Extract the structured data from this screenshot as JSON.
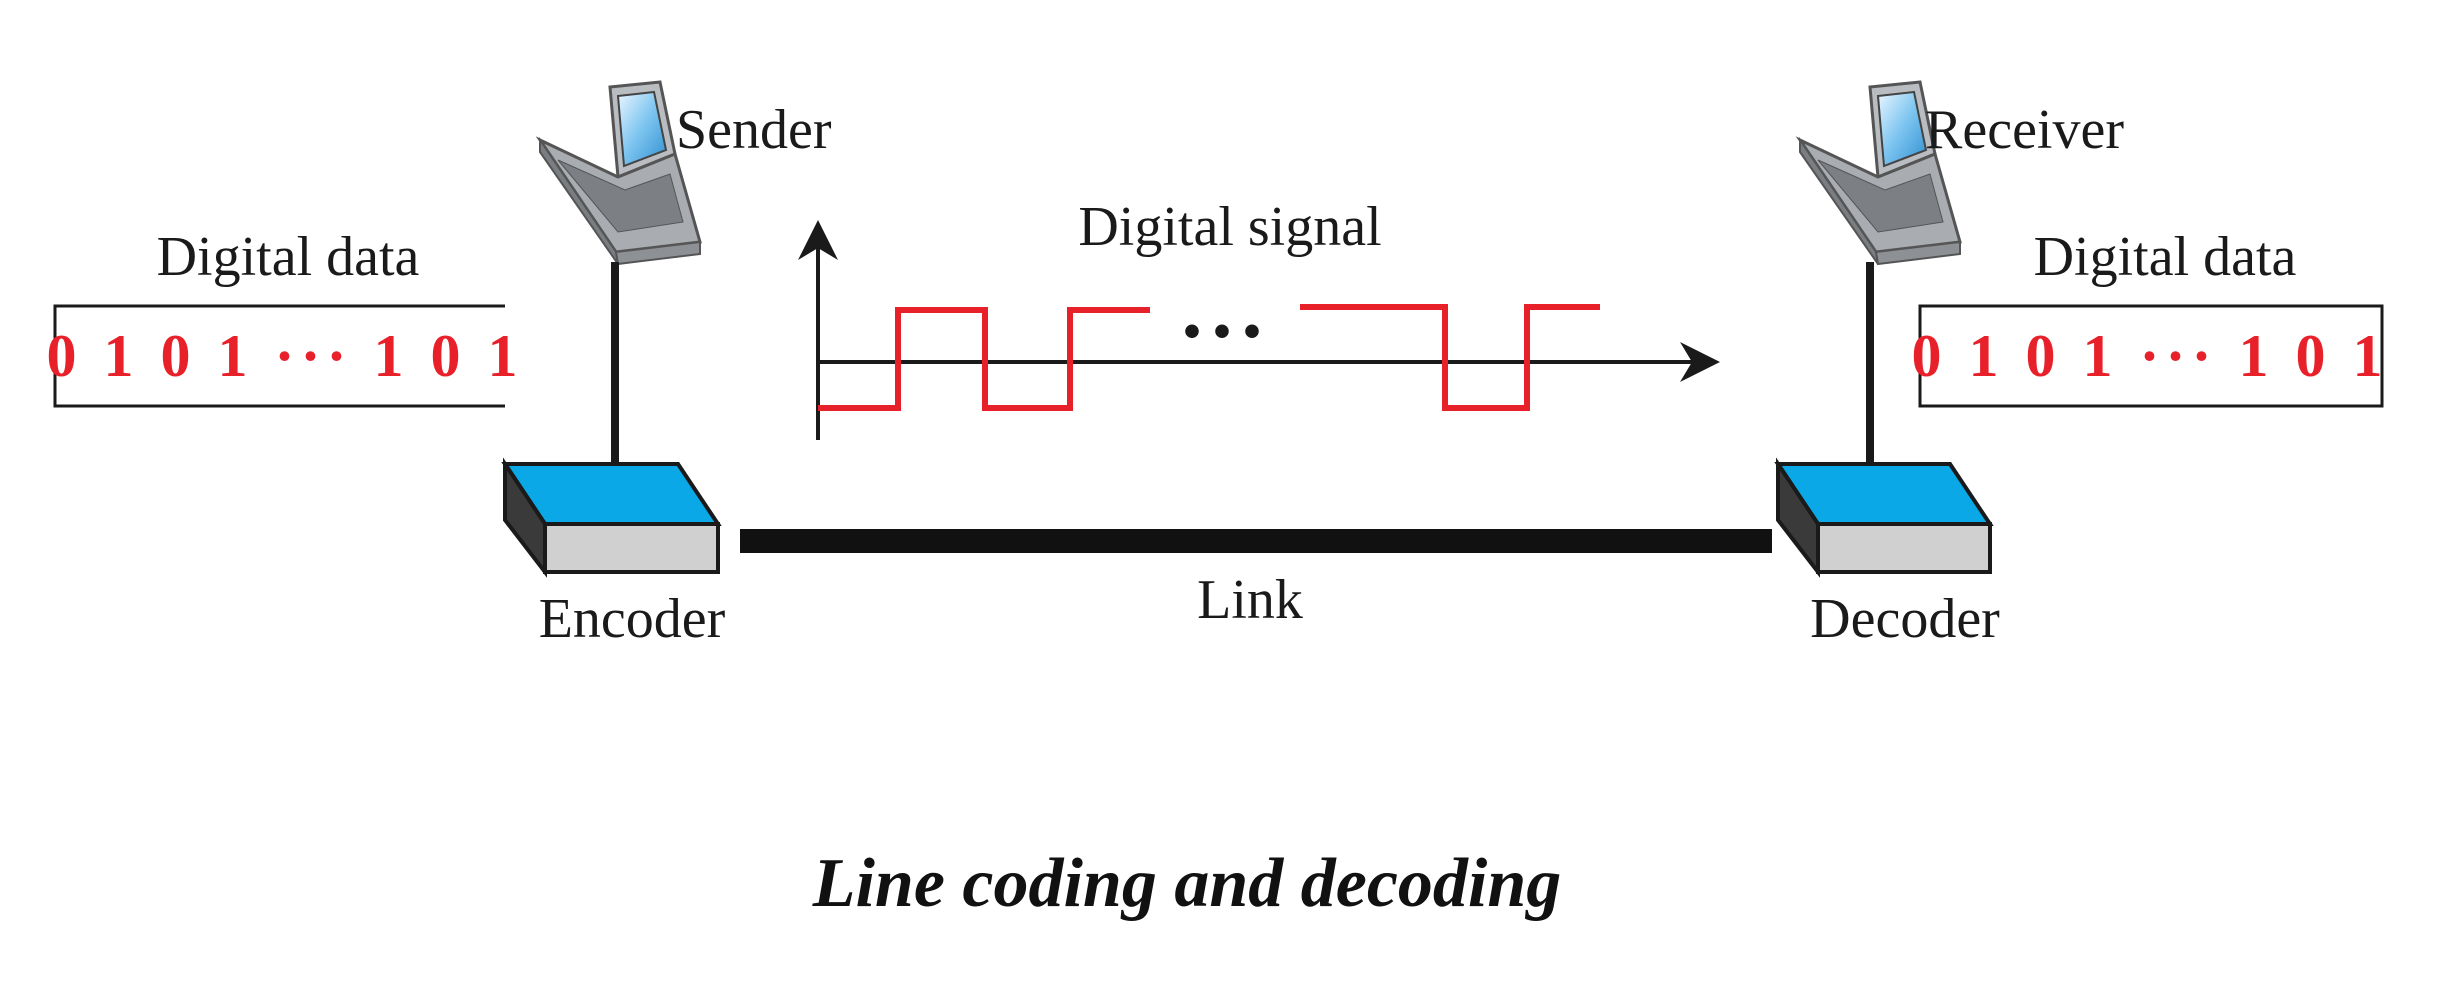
{
  "diagram": {
    "sender": {
      "label": "Sender",
      "data_label": "Digital data",
      "bits": "0 1 0 1 ··· 1 0 1",
      "device_label": "Encoder"
    },
    "receiver": {
      "label": "Receiver",
      "data_label": "Digital data",
      "bits": "0 1 0 1 ··· 1 0 1",
      "device_label": "Decoder"
    },
    "signal": {
      "label": "Digital signal",
      "ellipsis": "• • •"
    },
    "link": {
      "label": "Link"
    },
    "caption": "Line coding and decoding"
  },
  "colors": {
    "signal": "#e8202a",
    "bits": "#e8202a",
    "device_top": "#0aa8e6",
    "device_front": "#d0d0d0",
    "device_side": "#3a3a3a",
    "link": "#111111"
  }
}
